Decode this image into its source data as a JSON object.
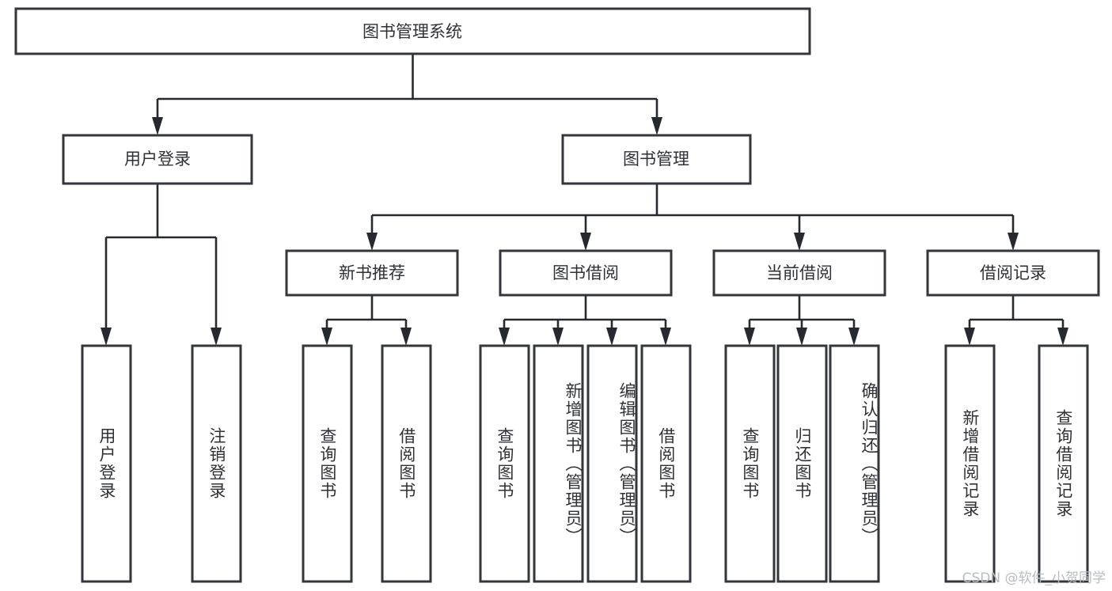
{
  "diagram": {
    "type": "tree",
    "title": "图书管理系统",
    "watermark": "CSDN @软件_小贺同学",
    "colors": {
      "background": "#ffffff",
      "box_stroke": "#33363b",
      "connector": "#26292e",
      "text": "#2f3135",
      "watermark": "#b9bcc0"
    },
    "nodes": {
      "root": {
        "label": "图书管理系统",
        "orientation": "horizontal"
      },
      "level2": [
        {
          "label": "用户登录",
          "orientation": "horizontal"
        },
        {
          "label": "图书管理",
          "orientation": "horizontal"
        }
      ],
      "level3": [
        {
          "label": "新书推荐",
          "orientation": "horizontal"
        },
        {
          "label": "图书借阅",
          "orientation": "horizontal"
        },
        {
          "label": "当前借阅",
          "orientation": "horizontal"
        },
        {
          "label": "借阅记录",
          "orientation": "horizontal"
        }
      ],
      "leaves": {
        "user_login": [
          {
            "label": "用户登录",
            "orientation": "vertical"
          },
          {
            "label": "注销登录",
            "orientation": "vertical"
          }
        ],
        "new_book_recommend": [
          {
            "label": "查询图书",
            "orientation": "vertical"
          },
          {
            "label": "借阅图书",
            "orientation": "vertical"
          }
        ],
        "book_borrow": [
          {
            "label": "查询图书",
            "orientation": "vertical"
          },
          {
            "label": "新增图书（管理员）",
            "orientation": "vertical"
          },
          {
            "label": "编辑图书（管理员）",
            "orientation": "vertical"
          },
          {
            "label": "借阅图书",
            "orientation": "vertical"
          }
        ],
        "current_borrow": [
          {
            "label": "查询图书",
            "orientation": "vertical"
          },
          {
            "label": "归还图书",
            "orientation": "vertical"
          },
          {
            "label": "确认归还（管理员）",
            "orientation": "vertical"
          }
        ],
        "borrow_record": [
          {
            "label": "新增借阅记录",
            "orientation": "vertical"
          },
          {
            "label": "查询借阅记录",
            "orientation": "vertical"
          }
        ]
      }
    }
  }
}
